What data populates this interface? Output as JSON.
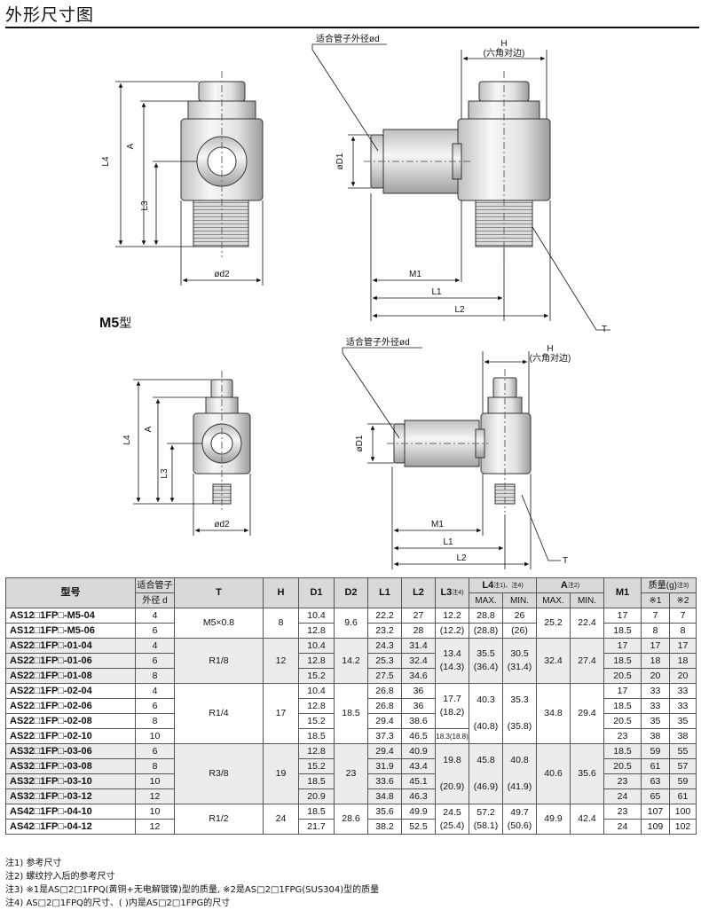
{
  "header": {
    "title": "外形尺寸图"
  },
  "drawing1": {
    "callout_tube": "适合管子外径ød",
    "H": "H",
    "hex_note": "(六角对边)",
    "L4": "L4",
    "A": "A",
    "L3": "L3",
    "D2": "ød2",
    "D1": "øD1",
    "M1": "M1",
    "L1": "L1",
    "L2": "L2",
    "T": "T"
  },
  "m5": {
    "label": "M5",
    "suffix": "型"
  },
  "drawing2": {
    "callout_tube": "适合管子外径ød",
    "H": "H",
    "hex_note": "(六角对边)",
    "L4": "L4",
    "A": "A",
    "L3": "L3",
    "D2": "ød2",
    "D1": "øD1",
    "M1": "M1",
    "L1": "L1",
    "L2": "L2",
    "T": "T"
  },
  "table": {
    "h_model": "型号",
    "h_tube1": "适合管子",
    "h_tube2": "外径 d",
    "h_T": "T",
    "h_H": "H",
    "h_D1": "D1",
    "h_D2": "D2",
    "h_L1": "L1",
    "h_L2": "L2",
    "h_L3": "L3",
    "h_L3_note": "注4)",
    "h_L4": "L4",
    "h_L4_note": "注1)、注4)",
    "h_A": "A",
    "h_A_note": "注2)",
    "h_M1": "M1",
    "h_mass": "质量(g)",
    "h_mass_note": "注3)",
    "h_max": "MAX.",
    "h_min": "MIN.",
    "h_m1": "※1",
    "h_m2": "※2",
    "rows": [
      {
        "model": "AS12□1FP□-M5-04",
        "d": "4",
        "T": "M5×0.8",
        "H": "8",
        "D1": "10.4",
        "D2": "9.6",
        "L1": "22.2",
        "L2": "27",
        "L3": "12.2",
        "L4max": "28.8",
        "L4min": "26",
        "Amax": "25.2",
        "Amin": "22.4",
        "M1": "17",
        "m1": "7",
        "m2": "7"
      },
      {
        "model": "AS12□1FP□-M5-06",
        "d": "6",
        "D1": "12.8",
        "L1": "23.2",
        "L2": "28",
        "L3": "(12.2)",
        "L4max": "(28.8)",
        "L4min": "(26)",
        "M1": "18.5",
        "m1": "8",
        "m2": "8"
      },
      {
        "model": "AS22□1FP□-01-04",
        "d": "4",
        "T": "R1/8",
        "H": "12",
        "D1": "10.4",
        "D2": "14.2",
        "L1": "24.3",
        "L2": "31.4",
        "L3": "13.4",
        "L3b": "(14.3)",
        "L4max": "35.5",
        "L4maxb": "(36.4)",
        "L4min": "30.5",
        "L4minb": "(31.4)",
        "Amax": "32.4",
        "Amin": "27.4",
        "M1": "17",
        "m1": "17",
        "m2": "17"
      },
      {
        "model": "AS22□1FP□-01-06",
        "d": "6",
        "D1": "12.8",
        "L1": "25.3",
        "L2": "32.4",
        "M1": "18.5",
        "m1": "18",
        "m2": "18"
      },
      {
        "model": "AS22□1FP□-01-08",
        "d": "8",
        "D1": "15.2",
        "L1": "27.5",
        "L2": "34.6",
        "M1": "20.5",
        "m1": "20",
        "m2": "20"
      },
      {
        "model": "AS22□1FP□-02-04",
        "d": "4",
        "T": "R1/4",
        "H": "17",
        "D1": "10.4",
        "D2": "18.5",
        "L1": "26.8",
        "L2": "36",
        "L3": "17.7",
        "L3b": "(18.2)",
        "L4max": "40.3",
        "L4maxb": "(40.8)",
        "L4min": "35.3",
        "L4minb": "(35.8)",
        "Amax": "34.8",
        "Amin": "29.4",
        "M1": "17",
        "m1": "33",
        "m2": "33"
      },
      {
        "model": "AS22□1FP□-02-06",
        "d": "6",
        "D1": "12.8",
        "L1": "26.8",
        "L2": "36",
        "M1": "18.5",
        "m1": "33",
        "m2": "33"
      },
      {
        "model": "AS22□1FP□-02-08",
        "d": "8",
        "D1": "15.2",
        "L1": "29.4",
        "L2": "38.6",
        "M1": "20.5",
        "m1": "35",
        "m2": "35"
      },
      {
        "model": "AS22□1FP□-02-10",
        "d": "10",
        "D1": "18.5",
        "L1": "37.3",
        "L2": "46.5",
        "L3": "18.3(18.8)",
        "M1": "23",
        "m1": "38",
        "m2": "38"
      },
      {
        "model": "AS32□1FP□-03-06",
        "d": "6",
        "T": "R3/8",
        "H": "19",
        "D1": "12.8",
        "D2": "23",
        "L1": "29.4",
        "L2": "40.9",
        "L3": "19.8",
        "L3b": "(20.9)",
        "L4max": "45.8",
        "L4maxb": "(46.9)",
        "L4min": "40.8",
        "L4minb": "(41.9)",
        "Amax": "40.6",
        "Amin": "35.6",
        "M1": "18.5",
        "m1": "59",
        "m2": "55"
      },
      {
        "model": "AS32□1FP□-03-08",
        "d": "8",
        "D1": "15.2",
        "L1": "31.9",
        "L2": "43.4",
        "M1": "20.5",
        "m1": "61",
        "m2": "57"
      },
      {
        "model": "AS32□1FP□-03-10",
        "d": "10",
        "D1": "18.5",
        "L1": "33.6",
        "L2": "45.1",
        "M1": "23",
        "m1": "63",
        "m2": "59"
      },
      {
        "model": "AS32□1FP□-03-12",
        "d": "12",
        "D1": "20.9",
        "L1": "34.8",
        "L2": "46.3",
        "M1": "24",
        "m1": "65",
        "m2": "61"
      },
      {
        "model": "AS42□1FP□-04-10",
        "d": "10",
        "T": "R1/2",
        "H": "24",
        "D1": "18.5",
        "D2": "28.6",
        "L1": "35.6",
        "L2": "49.9",
        "L3": "24.5",
        "L3b": "(25.4)",
        "L4max": "57.2",
        "L4maxb": "(58.1)",
        "L4min": "49.7",
        "L4minb": "(50.6)",
        "Amax": "49.9",
        "Amin": "42.4",
        "M1": "23",
        "m1": "107",
        "m2": "100"
      },
      {
        "model": "AS42□1FP□-04-12",
        "d": "12",
        "D1": "21.7",
        "L1": "38.2",
        "L2": "52.5",
        "M1": "24",
        "m1": "109",
        "m2": "102"
      }
    ]
  },
  "notes": [
    "注1) 参考尺寸",
    "注2) 螺纹拧入后的参考尺寸",
    "注3) ※1是AS□2□1FPQ(黄铜+无电解镀镍)型的质量, ※2是AS□2□1FPG(SUS304)型的质量",
    "注4) AS□2□1FPQ的尺寸、( )内是AS□2□1FPG的尺寸"
  ]
}
